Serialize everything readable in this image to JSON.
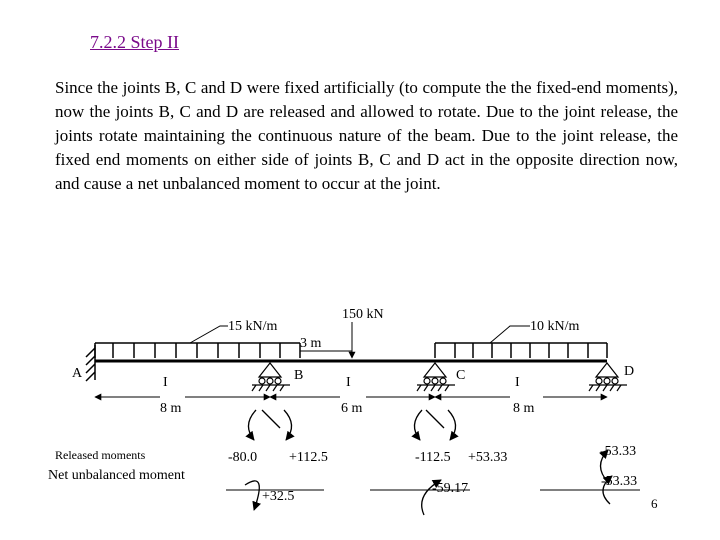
{
  "heading": "7.2.2 Step II",
  "paragraph": "Since the joints B, C and D were fixed artificially (to compute the the fixed-end moments), now the joints B, C and D are released and allowed to rotate. Due to the  joint release, the joints rotate maintaining the continuous nature of the beam. Due to the joint release, the fixed end moments on either side of joints B, C and D act in the opposite direction now, and cause a net unbalanced moment to occur at the joint.",
  "diagram": {
    "load_left": "15 kN/m",
    "load_point": "150 kN",
    "load_right": "10 kN/m",
    "point_offset": "3 m",
    "joint_a": "A",
    "joint_b": "B",
    "joint_c": "C",
    "joint_d": "D",
    "inertia_ab": "I",
    "inertia_bc": "I",
    "inertia_cd": "I",
    "span_ab": "8 m",
    "span_bc": "6 m",
    "span_cd": "8 m",
    "released_label": "Released moments",
    "net_label": "Net unbalanced moment",
    "released_b_left": "-80.0",
    "released_b_right": "+112.5",
    "released_c_left": "-112.5",
    "released_c_right": "+53.33",
    "released_d": "-53.33",
    "net_b": "+32.5",
    "net_c": "-59.17",
    "net_d": "-53.33"
  },
  "page_number": "6"
}
